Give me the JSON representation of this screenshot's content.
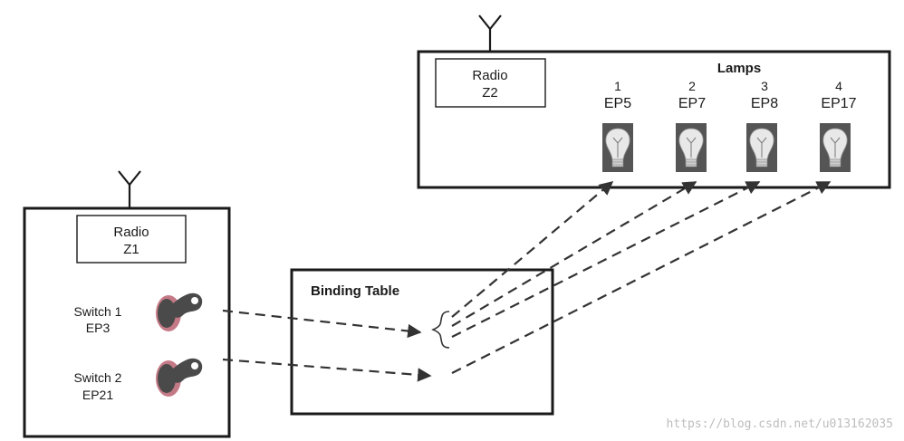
{
  "lamps_box": {
    "radio": {
      "line1": "Radio",
      "line2": "Z2"
    },
    "title": "Lamps",
    "lamps": [
      {
        "number": "1",
        "endpoint": "EP5"
      },
      {
        "number": "2",
        "endpoint": "EP7"
      },
      {
        "number": "3",
        "endpoint": "EP8"
      },
      {
        "number": "4",
        "endpoint": "EP17"
      }
    ]
  },
  "switch_box": {
    "radio": {
      "line1": "Radio",
      "line2": "Z1"
    },
    "switches": [
      {
        "label": "Switch 1",
        "endpoint": "EP3"
      },
      {
        "label": "Switch 2",
        "endpoint": "EP21"
      }
    ]
  },
  "binding_table": {
    "title": "Binding Table"
  },
  "watermark": "https://blog.csdn.net/u013162035",
  "colors": {
    "line": "#1a1a1a",
    "dash": "#333333",
    "lamp_bg": "#555555",
    "bulb": "#e8e8e8",
    "switch_dark": "#4a4a4a",
    "switch_pink": "#c47a86"
  }
}
